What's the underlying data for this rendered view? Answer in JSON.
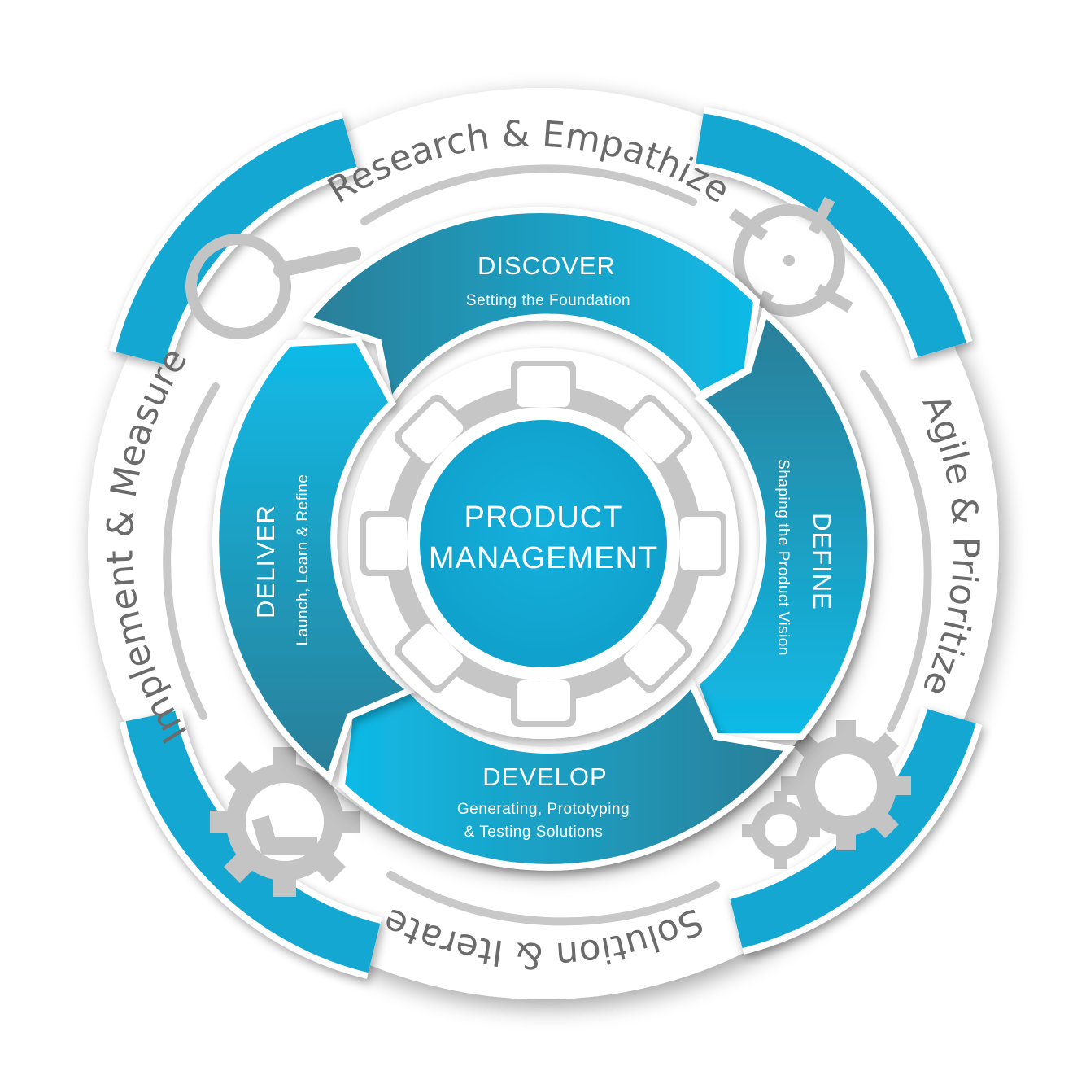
{
  "center": {
    "line1": "PRODUCT",
    "line2": "MANAGEMENT"
  },
  "phases": {
    "discover": {
      "title": "DISCOVER",
      "subtitle": "Setting the Foundation"
    },
    "define": {
      "title": "DEFINE",
      "subtitle": "Shaping the Product Vision"
    },
    "develop": {
      "title": "DEVELOP",
      "subtitle_line1": "Generating, Prototyping",
      "subtitle_line2": "& Testing Solutions"
    },
    "deliver": {
      "title": "DELIVER",
      "subtitle": "Launch, Learn & Refine"
    }
  },
  "outer_labels": {
    "top": "Research & Empathize",
    "right": "Agile & Prioritize",
    "bottom": "Solution & Iterate",
    "left": "Implement & Measure"
  },
  "icons": {
    "top_left": "magnifier-icon",
    "top_right": "target-crosshair-icon",
    "bottom_right": "gears-icon",
    "bottom_left": "gear-check-icon",
    "center": "gear-icon"
  },
  "colors": {
    "accent": "#12a6cf",
    "accent_light": "#14b6e2",
    "accent_dark": "#2a7d96",
    "grey_icon": "#c4c4c4",
    "grey_text": "#6b6b6b"
  }
}
